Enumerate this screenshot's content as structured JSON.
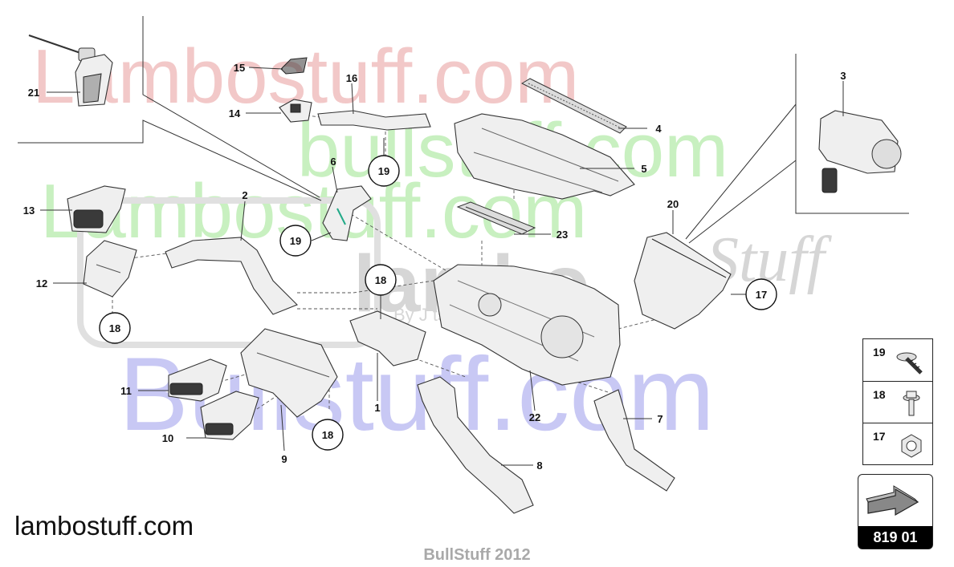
{
  "watermarks": {
    "top": "Lambostuff.com",
    "middle_green": "bullstuff.com",
    "left_green": "Lambostuff.com",
    "logo": "lambo",
    "logo_script": "Stuff",
    "tagline": "By J  ts",
    "bottom_blue": "Bullstuff.com"
  },
  "colors": {
    "wm_red": "#f2c8c8",
    "wm_green": "#c8f0c0",
    "wm_blue": "#c8c8f4",
    "wm_gray": "#d6d6d6"
  },
  "callouts": [
    "21",
    "15",
    "14",
    "16",
    "4",
    "5",
    "19",
    "6",
    "13",
    "2",
    "23",
    "19",
    "12",
    "18",
    "18",
    "17",
    "20",
    "3",
    "11",
    "1",
    "22",
    "7",
    "10",
    "9",
    "18",
    "8"
  ],
  "legend": [
    {
      "num": "19",
      "icon": "expanding-rivet-icon"
    },
    {
      "num": "18",
      "icon": "flange-bolt-icon"
    },
    {
      "num": "17",
      "icon": "hex-nut-icon"
    }
  ],
  "page_code": "819 01",
  "page_icon": "next-page-arrow-icon",
  "site_label": "lambostuff.com",
  "footer": "BullStuff 2012"
}
